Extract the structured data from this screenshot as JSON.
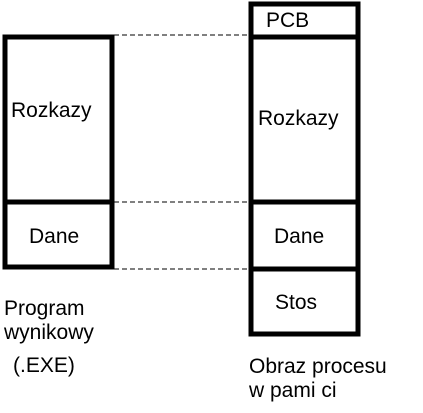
{
  "left_block": {
    "sections": {
      "code": "Rozkazy",
      "data": "Dane"
    },
    "caption": {
      "line1": "Program",
      "line2": "wynikowy",
      "line3": "(.EXE)"
    }
  },
  "right_block": {
    "sections": {
      "pcb": "PCB",
      "code": "Rozkazy",
      "data": "Dane",
      "stack": "Stos"
    },
    "caption": {
      "line1": "Obraz procesu",
      "line2": "w pami ci"
    }
  },
  "colors": {
    "stroke": "#000000",
    "background": "#ffffff"
  }
}
